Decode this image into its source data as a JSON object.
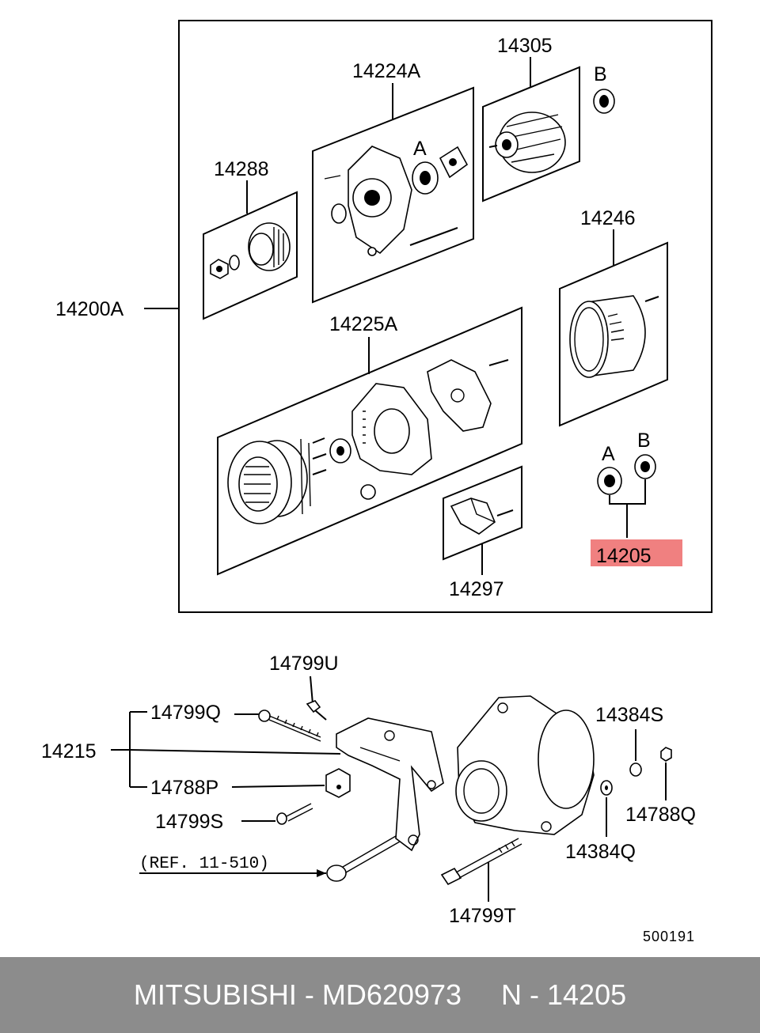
{
  "diagram": {
    "labels": {
      "assembly": "14200A",
      "rear_bracket": "14224A",
      "rotor": "14305",
      "pulley": "14288",
      "cover": "14246",
      "front_bracket": "14225A",
      "bearing_kit": "14205",
      "brush_holder": "14297",
      "bearing_a_1": "A",
      "bearing_b_1": "B",
      "bearing_a_2": "A",
      "bearing_b_2": "B",
      "bolt_u": "14799U",
      "bolt_q": "14799Q",
      "bracket_set": "14215",
      "nut_p": "14788P",
      "bolt_s": "14799S",
      "reference": "(REF. 11-510)",
      "bolt_t": "14799T",
      "washer_s": "14384S",
      "nut_q": "14788Q",
      "washer_q": "14384Q",
      "drawing_number": "500191"
    },
    "highlight_color": "#f08080"
  },
  "footer": {
    "text": "MITSUBISHI - MD620973     N - 14205",
    "background": "#8c8c8c"
  }
}
